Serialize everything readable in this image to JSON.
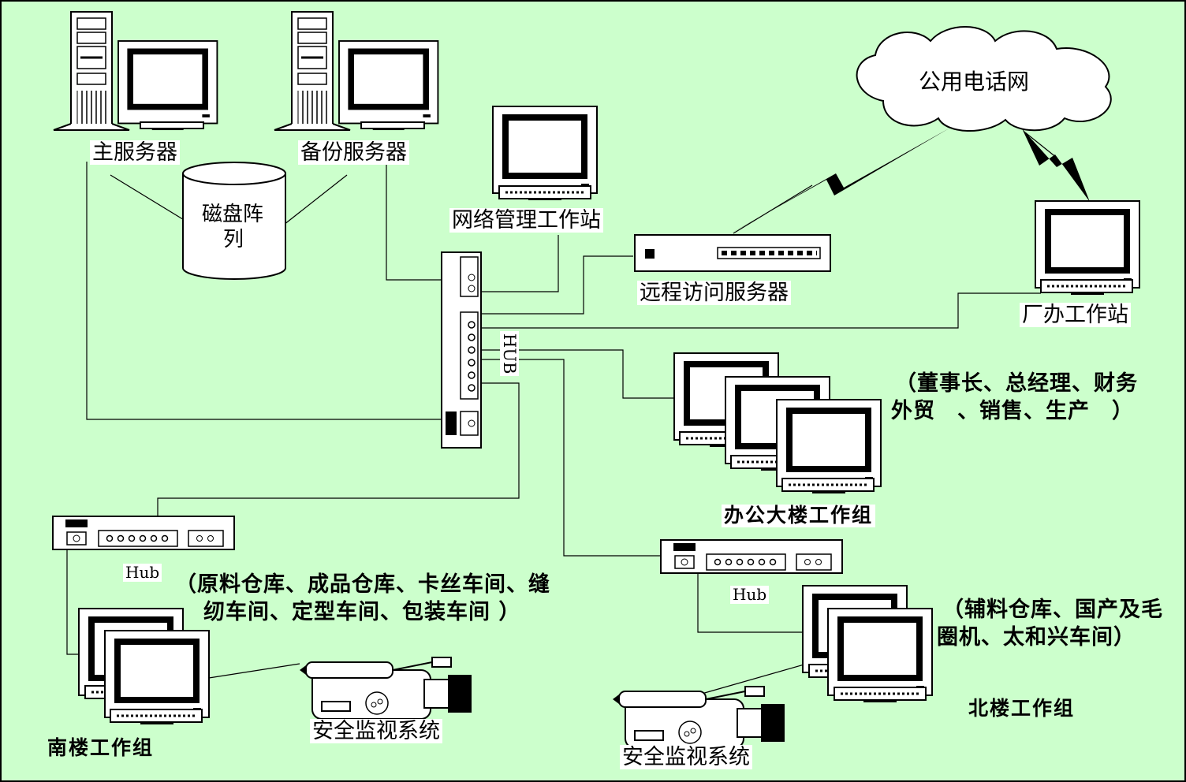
{
  "labels": {
    "main_server": "主服务器",
    "backup_server": "备份服务器",
    "disk_array_line1": "磁盘阵",
    "disk_array_line2": "列",
    "network_mgmt": "网络管理工作站",
    "public_phone_net": "公用电话网",
    "remote_access": "远程访问服务器",
    "factory_office": "厂办工作站",
    "hub_center": "HUB",
    "office_group": "办公大楼工作组",
    "office_note_line1": "（董事长、总经理、财务",
    "office_note_line2": "外贸　、销售、生产　）",
    "south_hub": "Hub",
    "south_note_line1": "（原料仓库、成品仓库、卡丝车间、缝",
    "south_note_line2": "纫车间、定型车间、包装车间 ）",
    "south_group": "南楼工作组",
    "south_security": "安全监视系统",
    "north_hub": "Hub",
    "north_note_line1": "（辅料仓库、国产及毛",
    "north_note_line2": "圈机、太和兴车间）",
    "north_group": "北楼工作组",
    "north_security": "安全监视系统"
  },
  "colors": {
    "background": "#ccffcc",
    "line": "#000000",
    "device_fill": "#ffffff"
  }
}
